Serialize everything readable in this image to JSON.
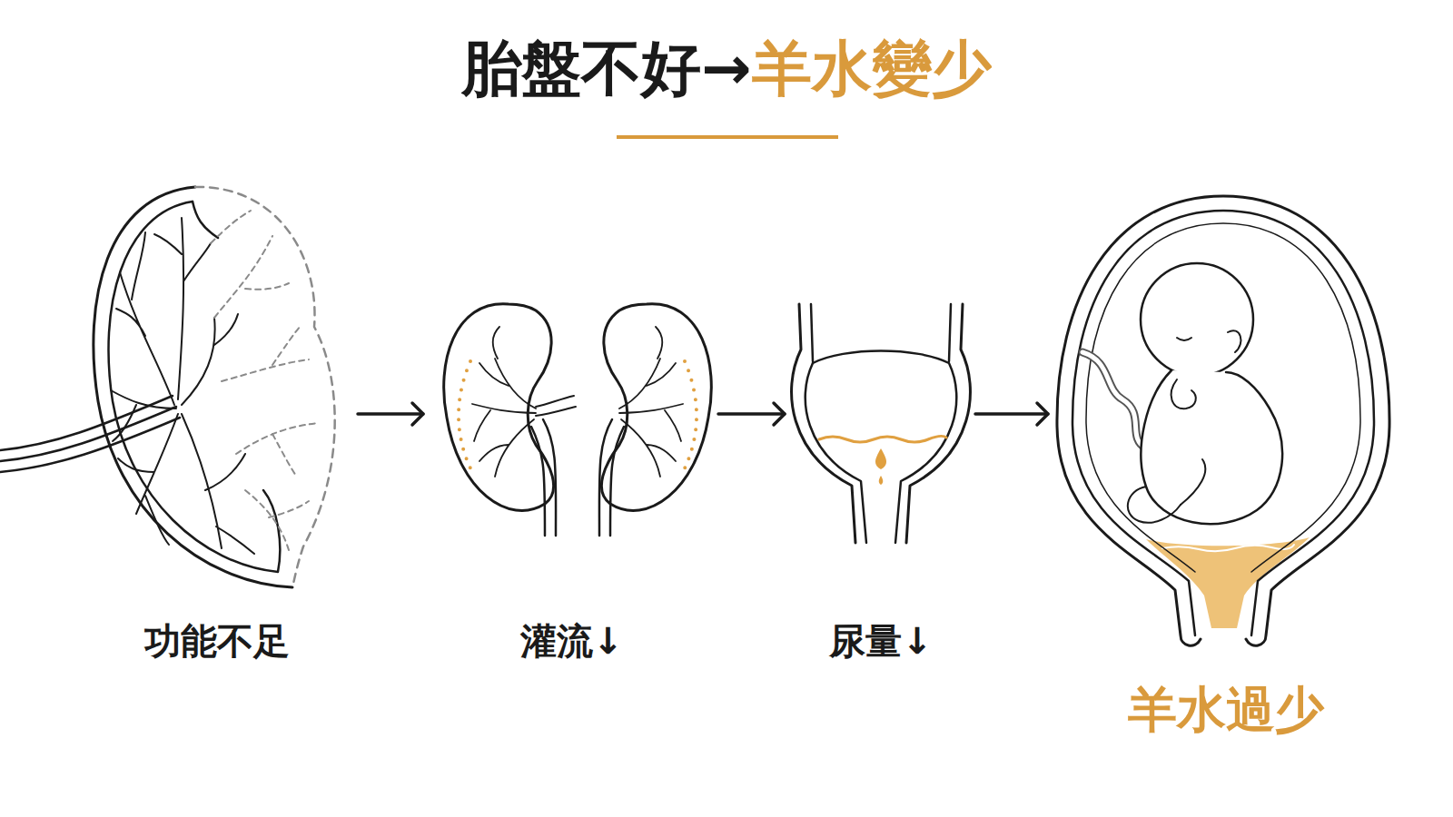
{
  "diagram": {
    "title": "胎盤不好→羊水變少",
    "nodes": [
      {
        "text": [
          "功能不足"
        ]
      },
      {
        "text": [
          "灌流↓"
        ]
      },
      {
        "text": [
          "尿量↓"
        ]
      },
      {
        "text": [
          "羊水過少"
        ]
      }
    ],
    "edges": [
      {
        "from": 0,
        "to": 1,
        "arrow": "to"
      },
      {
        "from": 1,
        "to": 2,
        "arrow": "to"
      },
      {
        "from": 2,
        "to": 3,
        "arrow": "to"
      }
    ]
  }
}
